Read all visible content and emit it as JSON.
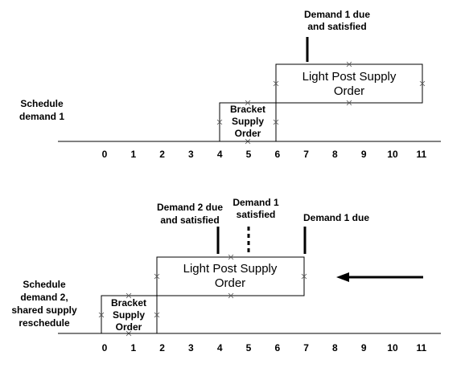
{
  "axis_ticks": [
    "0",
    "1",
    "2",
    "3",
    "4",
    "5",
    "6",
    "7",
    "8",
    "9",
    "10",
    "11"
  ],
  "panel1": {
    "side_label": [
      "Schedule",
      "demand 1"
    ],
    "light_post": [
      "Light Post Supply",
      "Order"
    ],
    "bracket": [
      "Bracket",
      "Supply",
      "Order"
    ],
    "marker": [
      "Demand 1 due",
      "and satisfied"
    ]
  },
  "panel2": {
    "side_label": [
      "Schedule",
      "demand 2,",
      "shared supply",
      "reschedule"
    ],
    "light_post": [
      "Light Post Supply",
      "Order"
    ],
    "bracket": [
      "Bracket",
      "Supply",
      "Order"
    ],
    "marker_a": [
      "Demand 2 due",
      "and satisfied"
    ],
    "marker_b": [
      "Demand 1",
      "satisfied"
    ],
    "marker_c": [
      "Demand 1 due"
    ]
  }
}
